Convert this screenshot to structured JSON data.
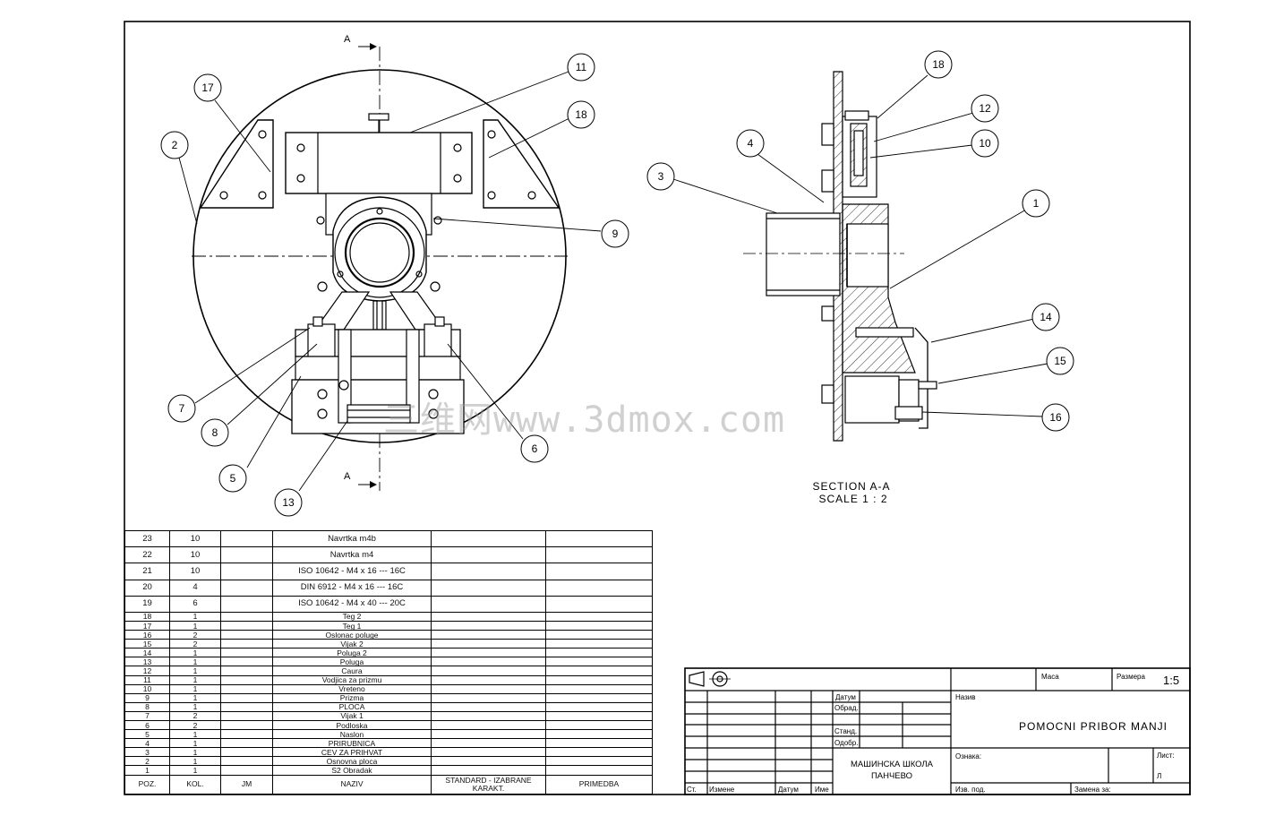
{
  "section_label": "A",
  "section_view": {
    "title": "SECTION A-A",
    "scale": "SCALE 1 : 2"
  },
  "front_balloons": [
    "17",
    "2",
    "11",
    "18",
    "9",
    "7",
    "8",
    "5",
    "13",
    "6"
  ],
  "section_balloons": [
    "18",
    "12",
    "10",
    "4",
    "3",
    "1",
    "14",
    "15",
    "16"
  ],
  "bom": {
    "rows": [
      {
        "poz": "23",
        "kol": "10",
        "jm": "",
        "naziv": "Navrtka m4b",
        "standard": "",
        "primedba": "",
        "size": "big"
      },
      {
        "poz": "22",
        "kol": "10",
        "jm": "",
        "naziv": "Navrtka m4",
        "standard": "",
        "primedba": "",
        "size": "big"
      },
      {
        "poz": "21",
        "kol": "10",
        "jm": "",
        "naziv": "ISO 10642 - M4 x 16 --- 16C",
        "standard": "",
        "primedba": "",
        "size": "big"
      },
      {
        "poz": "20",
        "kol": "4",
        "jm": "",
        "naziv": "DIN 6912 - M4 x 16 --- 16C",
        "standard": "",
        "primedba": "",
        "size": "big"
      },
      {
        "poz": "19",
        "kol": "6",
        "jm": "",
        "naziv": "ISO 10642 - M4 x 40 --- 20C",
        "standard": "",
        "primedba": "",
        "size": "big"
      },
      {
        "poz": "18",
        "kol": "1",
        "jm": "",
        "naziv": "Teg 2",
        "standard": "",
        "primedba": "",
        "size": "small"
      },
      {
        "poz": "17",
        "kol": "1",
        "jm": "",
        "naziv": "Teg 1",
        "standard": "",
        "primedba": "",
        "size": "small"
      },
      {
        "poz": "16",
        "kol": "2",
        "jm": "",
        "naziv": "Oslonac poluge",
        "standard": "",
        "primedba": "",
        "size": "small"
      },
      {
        "poz": "15",
        "kol": "2",
        "jm": "",
        "naziv": "Vijak 2",
        "standard": "",
        "primedba": "",
        "size": "small"
      },
      {
        "poz": "14",
        "kol": "1",
        "jm": "",
        "naziv": "Poluga 2",
        "standard": "",
        "primedba": "",
        "size": "small"
      },
      {
        "poz": "13",
        "kol": "1",
        "jm": "",
        "naziv": "Poluga",
        "standard": "",
        "primedba": "",
        "size": "small"
      },
      {
        "poz": "12",
        "kol": "1",
        "jm": "",
        "naziv": "Caura",
        "standard": "",
        "primedba": "",
        "size": "small"
      },
      {
        "poz": "11",
        "kol": "1",
        "jm": "",
        "naziv": "Vodjica za prizmu",
        "standard": "",
        "primedba": "",
        "size": "small"
      },
      {
        "poz": "10",
        "kol": "1",
        "jm": "",
        "naziv": "Vreteno",
        "standard": "",
        "primedba": "",
        "size": "small"
      },
      {
        "poz": "9",
        "kol": "1",
        "jm": "",
        "naziv": "Prizma",
        "standard": "",
        "primedba": "",
        "size": "small"
      },
      {
        "poz": "8",
        "kol": "1",
        "jm": "",
        "naziv": "PLOCA",
        "standard": "",
        "primedba": "",
        "size": "small"
      },
      {
        "poz": "7",
        "kol": "2",
        "jm": "",
        "naziv": "Vijak 1",
        "standard": "",
        "primedba": "",
        "size": "small"
      },
      {
        "poz": "6",
        "kol": "2",
        "jm": "",
        "naziv": "Podloska",
        "standard": "",
        "primedba": "",
        "size": "small"
      },
      {
        "poz": "5",
        "kol": "1",
        "jm": "",
        "naziv": "Naslon",
        "standard": "",
        "primedba": "",
        "size": "small"
      },
      {
        "poz": "4",
        "kol": "1",
        "jm": "",
        "naziv": "PRIRUBNICA",
        "standard": "",
        "primedba": "",
        "size": "small"
      },
      {
        "poz": "3",
        "kol": "1",
        "jm": "",
        "naziv": "CEV ZA PRIHVAT",
        "standard": "",
        "primedba": "",
        "size": "small"
      },
      {
        "poz": "2",
        "kol": "1",
        "jm": "",
        "naziv": "Osnovna ploca",
        "standard": "",
        "primedba": "",
        "size": "small"
      },
      {
        "poz": "1",
        "kol": "1",
        "jm": "",
        "naziv": "S2 Obradak",
        "standard": "",
        "primedba": "",
        "size": "small"
      }
    ],
    "header": {
      "poz": "POZ.",
      "kol": "KOL.",
      "jm": "JM",
      "naziv": "NAZIV",
      "standard": "STANDARD - IZABRANE KARAKT.",
      "primedba": "PRIMEDBA"
    }
  },
  "title_block": {
    "masa": "Маса",
    "razmera_label": "Размера",
    "razmera": "1:5",
    "naziv_label": "Назив",
    "title": "POMOCNI PRIBOR MANJI",
    "datum": "Датум",
    "obrad": "Обрад.",
    "stand": "Станд.",
    "odobr": "Одобр.",
    "school_line1": "МАШИНСКА ШКОЛА",
    "school_line2": "ПАНЧЕВО",
    "oznaka": "Ознака:",
    "list": "Лист:",
    "listova": "Л",
    "st": "Ст.",
    "izmene": "Измене",
    "datum2": "Датум",
    "ime": "Име",
    "izv_pod": "Изв. под.",
    "zamena_za": "Замена за:"
  },
  "watermark": "三维网www.3dmox.com"
}
